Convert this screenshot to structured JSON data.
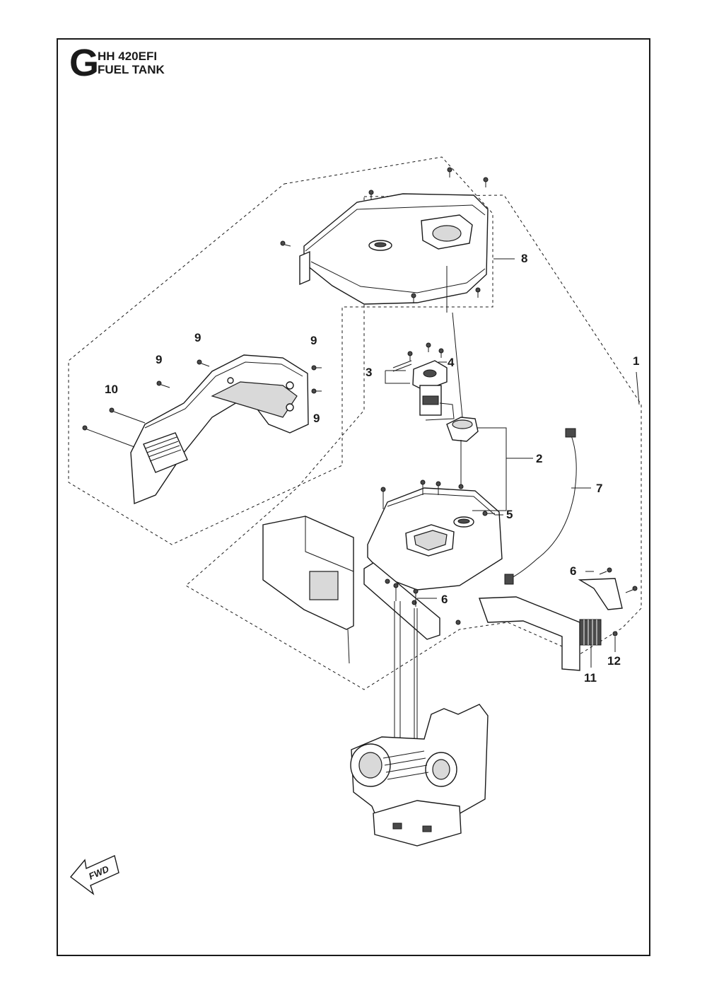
{
  "header": {
    "section_letter": "G",
    "model": "HH 420EFI",
    "title": "FUEL TANK"
  },
  "callouts": [
    "1",
    "2",
    "3",
    "4",
    "5",
    "6",
    "6",
    "7",
    "8",
    "9",
    "9",
    "9",
    "9",
    "10",
    "11",
    "12"
  ],
  "direction_indicator": {
    "label": "FWD",
    "icon": "forward-arrow-icon"
  }
}
